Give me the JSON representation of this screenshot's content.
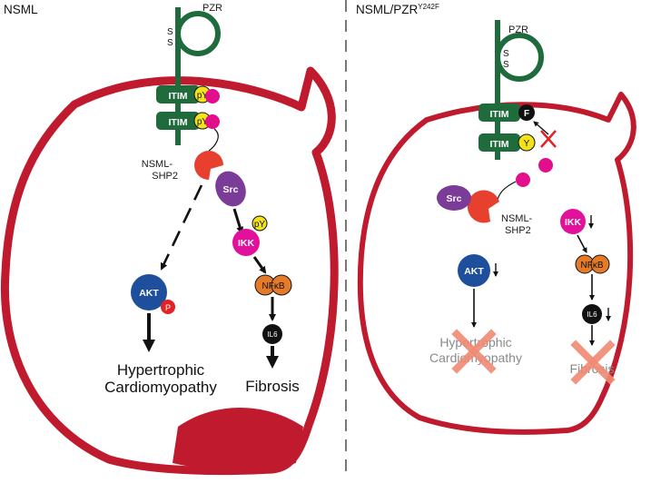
{
  "colors": {
    "heart": "#c01a2e",
    "pzr": "#1f6b3c",
    "pTyr": "#f2e21a",
    "phosphoDot": "#e20f8c",
    "shp2": "#e8402f",
    "src": "#7b3c97",
    "ikk": "#e2119b",
    "nfkb": "#e57b29",
    "akt": "#1e4f9c",
    "il6": "#111111",
    "cross": "#f08a73",
    "p": "#e02426"
  },
  "left": {
    "title": "NSML",
    "pzr": "PZR",
    "ss": "S",
    "ss2": "S",
    "itim1": "ITIM",
    "itim2": "ITIM",
    "py1": "pY",
    "py2": "pY",
    "shp2_line1": "NSML-",
    "shp2_line2": "SHP2",
    "src": "Src",
    "py_ikk": "pY",
    "ikk": "IKK",
    "nf": "NF",
    "kappa": "κ",
    "b": "B",
    "il6": "IL6",
    "akt": "AKT",
    "p": "P",
    "outcome1_line1": "Hypertrophic",
    "outcome1_line2": "Cardiomyopathy",
    "outcome2": "Fibrosis"
  },
  "right": {
    "title": "NSML/PZR",
    "title_sup": "Y242F",
    "pzr": "PZR",
    "ss": "S",
    "ss2": "S",
    "itim1": "ITIM",
    "itim2": "ITIM",
    "f": "F",
    "y": "Y",
    "shp2_line1": "NSML-",
    "shp2_line2": "SHP2",
    "src": "Src",
    "ikk": "IKK",
    "nf": "NF",
    "kappa": "κ",
    "b": "B",
    "il6": "IL6",
    "akt": "AKT",
    "outcome1_line1": "Hypertrophic",
    "outcome1_line2": "Cardiomyopathy",
    "outcome2": "Fibrosis"
  }
}
